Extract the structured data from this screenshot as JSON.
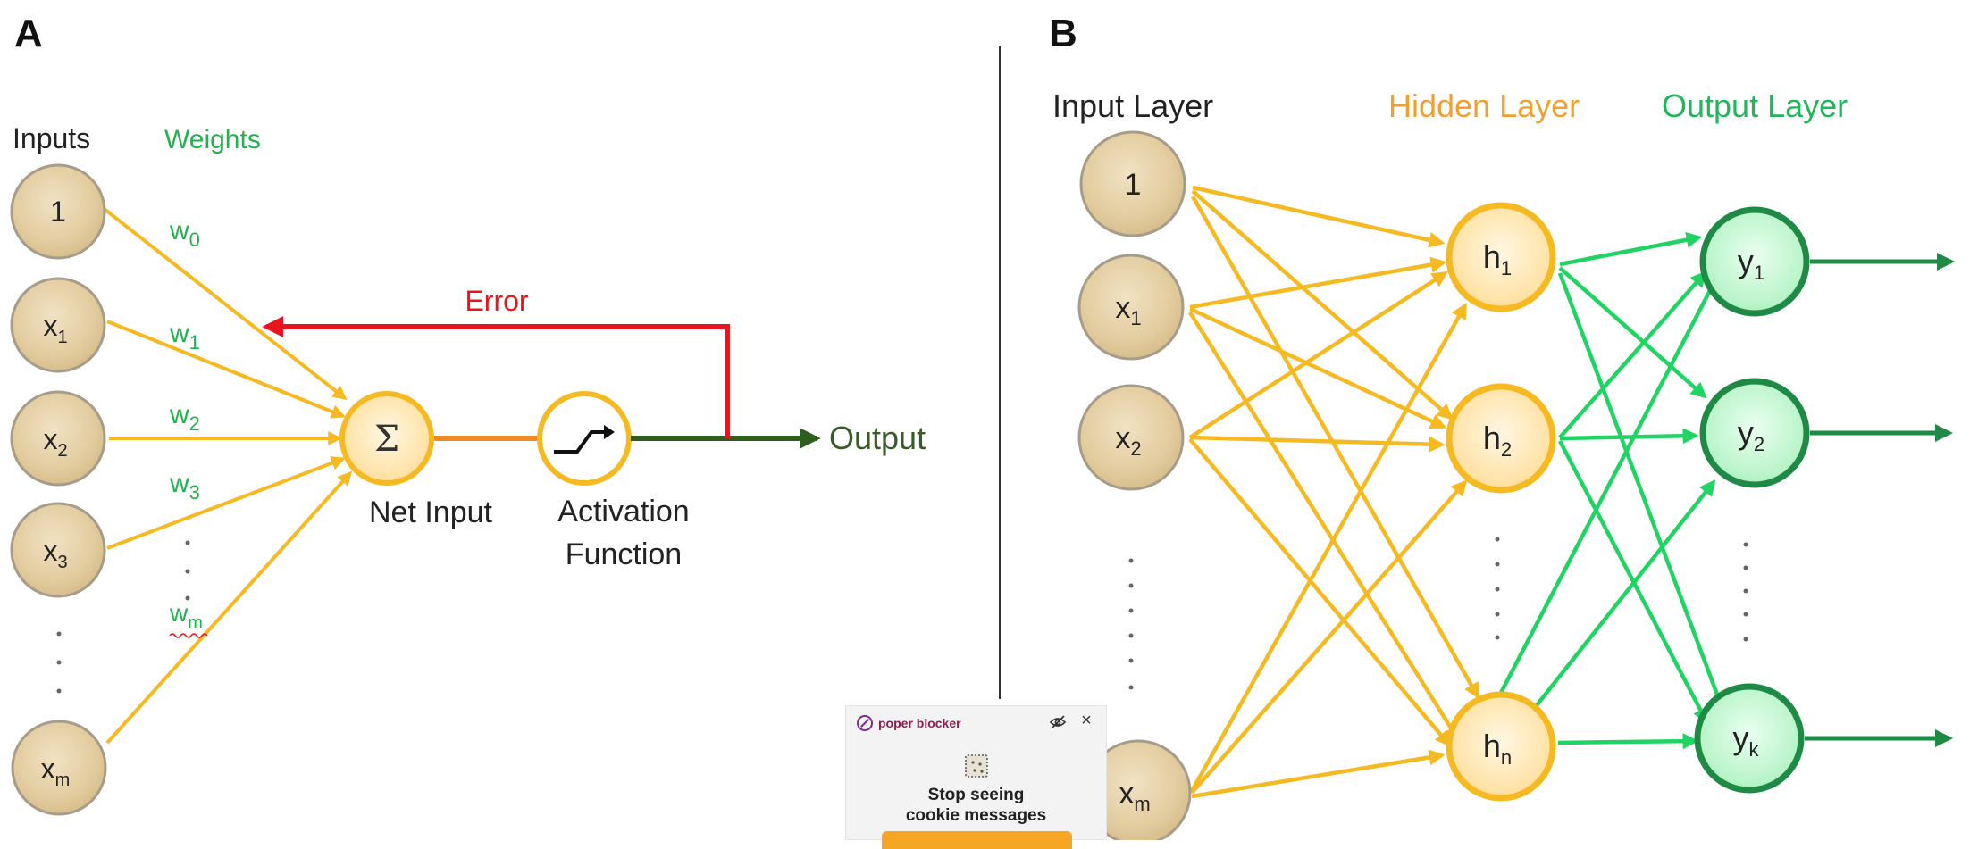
{
  "panel_a": {
    "label": "A",
    "inputs_header": "Inputs",
    "weights_header": "Weights",
    "inputs": [
      {
        "main": "1",
        "sub": ""
      },
      {
        "main": "x",
        "sub": "1"
      },
      {
        "main": "x",
        "sub": "2"
      },
      {
        "main": "x",
        "sub": "3"
      },
      {
        "main": "x",
        "sub": "m"
      }
    ],
    "weights": [
      {
        "main": "w",
        "sub": "0"
      },
      {
        "main": "w",
        "sub": "1"
      },
      {
        "main": "w",
        "sub": "2"
      },
      {
        "main": "w",
        "sub": "3"
      },
      {
        "main": "w",
        "sub": "m"
      }
    ],
    "sum_symbol": "Σ",
    "net_input_label": "Net Input",
    "activation_label_1": "Activation",
    "activation_label_2": "Function",
    "error_label": "Error",
    "output_label": "Output"
  },
  "panel_b": {
    "label": "B",
    "input_layer_header": "Input Layer",
    "hidden_layer_header": "Hidden Layer",
    "output_layer_header": "Output Layer",
    "inputs": [
      {
        "main": "1",
        "sub": ""
      },
      {
        "main": "x",
        "sub": "1"
      },
      {
        "main": "x",
        "sub": "2"
      },
      {
        "main": "x",
        "sub": "m"
      }
    ],
    "hidden": [
      {
        "main": "h",
        "sub": "1"
      },
      {
        "main": "h",
        "sub": "2"
      },
      {
        "main": "h",
        "sub": "n"
      }
    ],
    "outputs": [
      {
        "main": "y",
        "sub": "1"
      },
      {
        "main": "y",
        "sub": "2"
      },
      {
        "main": "y",
        "sub": "k"
      }
    ]
  },
  "popup": {
    "brand": "poper blocker",
    "message_line1": "Stop seeing",
    "message_line2": "cookie messages"
  },
  "colors": {
    "yellow": "#F5B921",
    "green": "#1FD463",
    "dark_green": "#1E8A45",
    "red": "#E8141E",
    "orange": "#F08A24",
    "weights_green": "#22B14C",
    "hidden_header": "#F0A030",
    "output_header": "#23B55B",
    "output_text": "#3A5A2A",
    "arrow_dark": "#2E5E1E"
  }
}
